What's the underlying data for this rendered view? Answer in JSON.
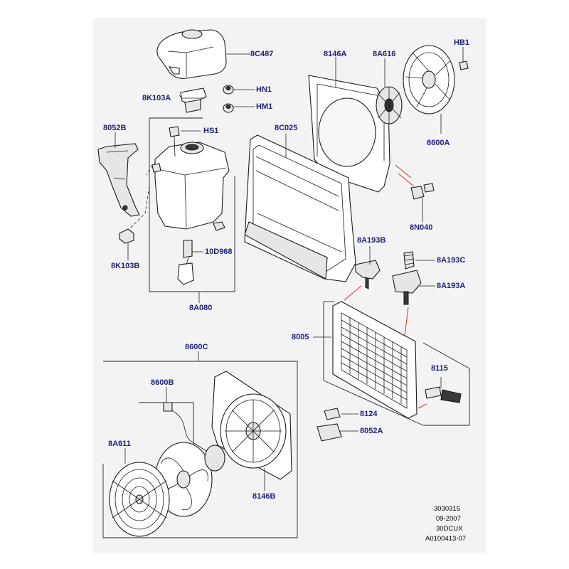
{
  "diagram": {
    "callouts": {
      "c8C487": "8C487",
      "c8K103A": "8K103A",
      "cHN1": "HN1",
      "cHM1": "HM1",
      "c8146A": "8146A",
      "c8A616": "8A616",
      "cHB1": "HB1",
      "c8052B": "8052B",
      "cHS1": "HS1",
      "c8C025": "8C025",
      "c8600A": "8600A",
      "c8N040": "8N040",
      "c8K103B": "8K103B",
      "c10D968": "10D968",
      "c8A193B": "8A193B",
      "c8A193C": "8A193C",
      "c8A193A": "8A193A",
      "c8A080": "8A080",
      "c8005": "8005",
      "c8600C": "8600C",
      "c8115": "8115",
      "c8600B": "8600B",
      "c8124": "8124",
      "c8052A": "8052A",
      "c8A611": "8A611",
      "c8146B": "8146B"
    },
    "footer": {
      "line1": "3030315",
      "line2": "09-2007",
      "line3": "30DCUX",
      "line4": "A0100413-07"
    },
    "colors": {
      "callout_text": "#1e1e7e",
      "highlight_arrow": "#d83030",
      "panel_background": "#f3f3f3"
    }
  }
}
